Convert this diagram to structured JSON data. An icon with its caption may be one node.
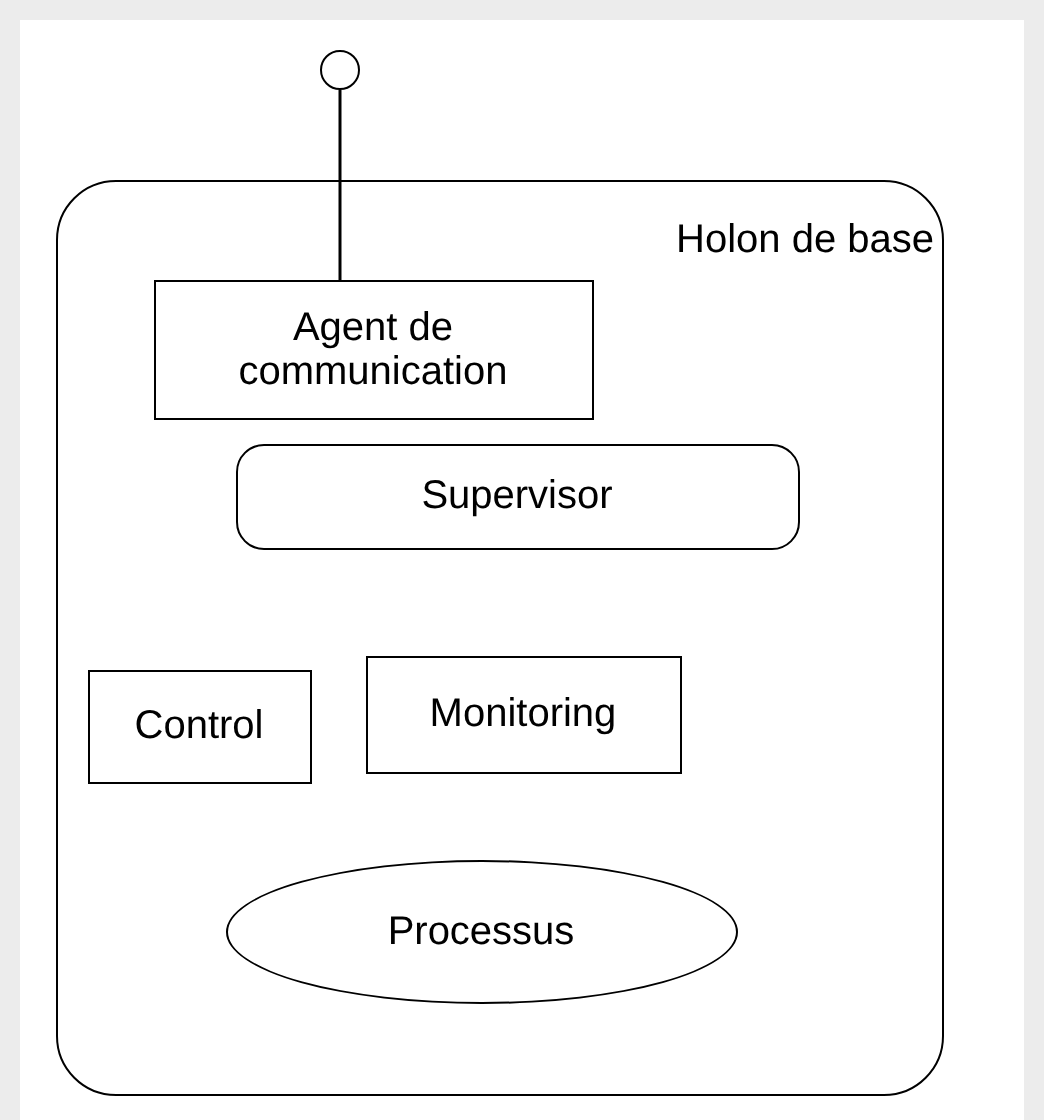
{
  "diagram": {
    "nodes": [
      {
        "text": [
          "Holon de base"
        ]
      },
      {
        "text": [],
        "shape": "circle"
      },
      {
        "text": [
          "Agent de communication"
        ],
        "in": 0
      },
      {
        "text": [
          "Supervisor"
        ],
        "in": 0
      },
      {
        "text": [
          "Control"
        ],
        "in": 0
      },
      {
        "text": [
          "Monitoring"
        ],
        "in": 0
      },
      {
        "text": [
          "Processus"
        ],
        "in": 0
      }
    ],
    "edges": [
      {
        "from": 1,
        "to": 2,
        "arrow": "none"
      }
    ]
  }
}
